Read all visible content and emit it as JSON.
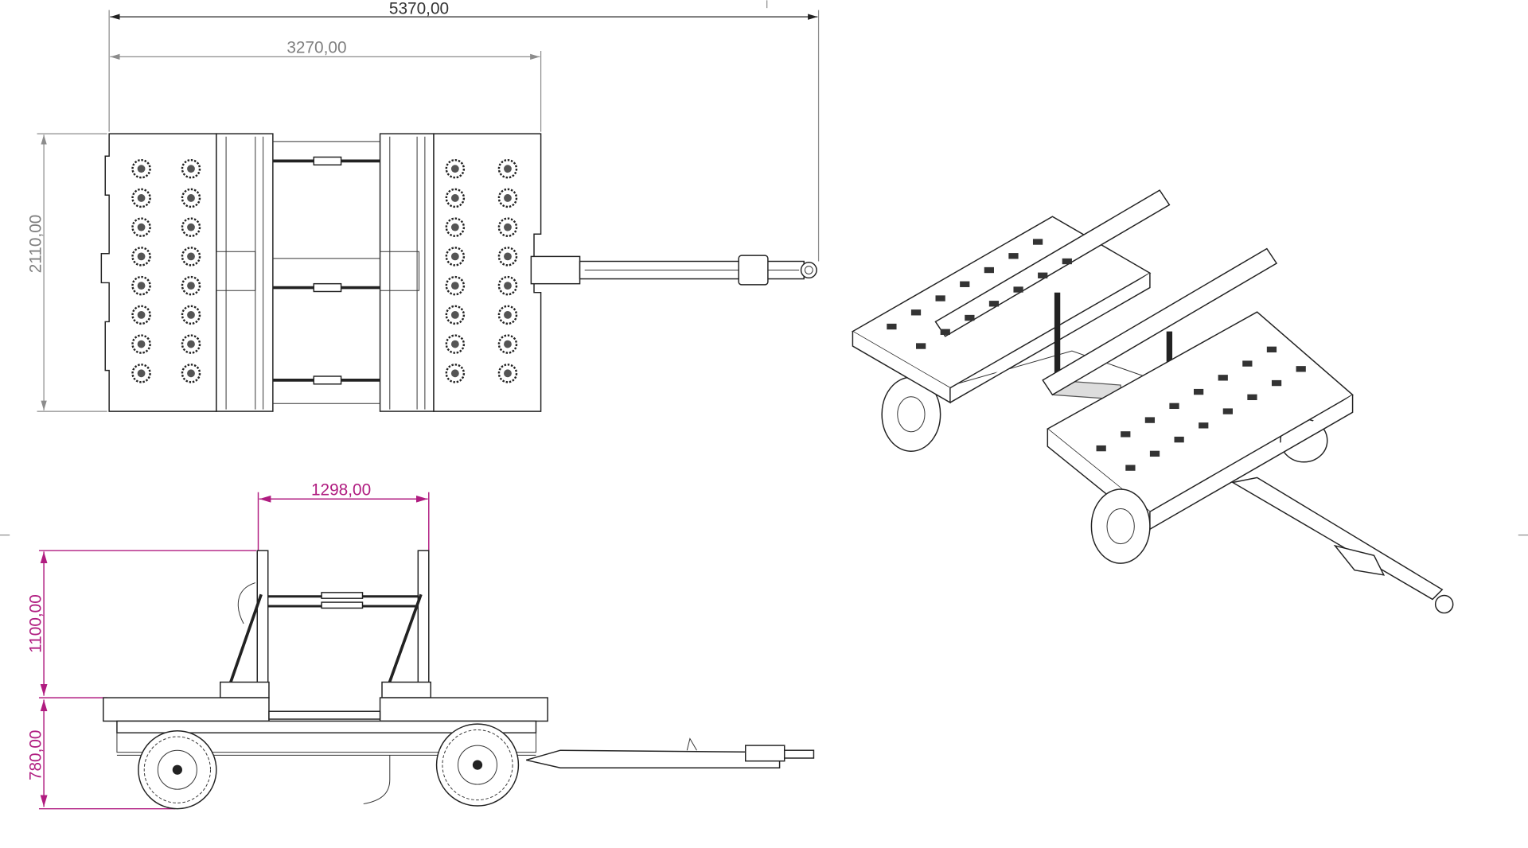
{
  "drawing": {
    "top_view": {
      "overall_length": "5370,00",
      "body_length": "3270,00",
      "width": "2110,00"
    },
    "side_view": {
      "stake_spacing": "1298,00",
      "stake_height": "1100,00",
      "deck_height": "780,00"
    }
  },
  "colors": {
    "reference_dimension": "#8c8c8c",
    "driving_dimension": "#b01c80",
    "line": "#222222"
  }
}
